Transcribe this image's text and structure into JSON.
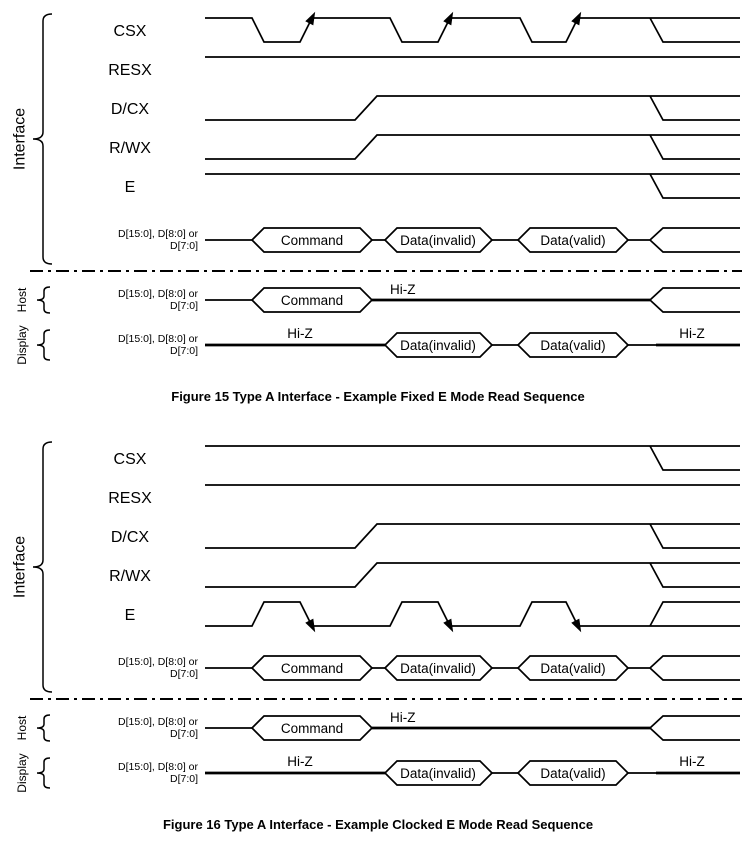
{
  "colors": {
    "line": "#000000",
    "background": "#ffffff"
  },
  "figures": [
    {
      "caption": "Figure 15 Type A Interface - Example Fixed E Mode Read Sequence",
      "group_labels": {
        "interface": "Interface",
        "host": "Host",
        "display": "Display"
      },
      "signal_labels": {
        "csx": "CSX",
        "resx": "RESX",
        "dcx": "D/CX",
        "rwx": "R/WX",
        "e": "E"
      },
      "bus_label": {
        "line1": "D[15:0], D[8:0] or",
        "line2": "D[7:0]"
      },
      "bus_segments": {
        "command": "Command",
        "data_invalid": "Data(invalid)",
        "data_valid": "Data(valid)"
      },
      "hiz_label": "Hi-Z"
    },
    {
      "caption": "Figure 16 Type A Interface - Example Clocked E Mode Read Sequence",
      "group_labels": {
        "interface": "Interface",
        "host": "Host",
        "display": "Display"
      },
      "signal_labels": {
        "csx": "CSX",
        "resx": "RESX",
        "dcx": "D/CX",
        "rwx": "R/WX",
        "e": "E"
      },
      "bus_label": {
        "line1": "D[15:0], D[8:0] or",
        "line2": "D[7:0]"
      },
      "bus_segments": {
        "command": "Command",
        "data_invalid": "Data(invalid)",
        "data_valid": "Data(valid)"
      },
      "hiz_label": "Hi-Z"
    }
  ]
}
